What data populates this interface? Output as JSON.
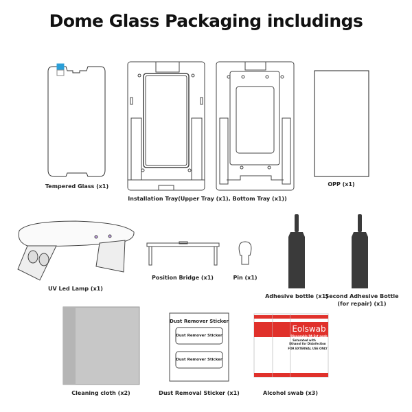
{
  "title": "Dome Glass Packaging includings",
  "items": [
    {
      "label": "Tempered Glass (x1)",
      "icon": "tempered-glass"
    },
    {
      "label": "Installation Tray(Upper Tray (x1), Bottom Tray (x1))",
      "icon": "installation-tray"
    },
    {
      "label": "OPP (x1)",
      "icon": "opp-film"
    },
    {
      "label": "UV Led Lamp (x1)",
      "icon": "uv-lamp"
    },
    {
      "label": "Position Bridge (x1)",
      "icon": "position-bridge"
    },
    {
      "label": "Pin (x1)",
      "icon": "pin"
    },
    {
      "label": "Adhesive bottle (x1)",
      "icon": "adhesive-bottle"
    },
    {
      "label": "Second Adhesive Bottle",
      "label2": "(for repair) (x1)",
      "icon": "adhesive-bottle"
    },
    {
      "label": "Cleaning cloth (x2)",
      "icon": "cleaning-cloth"
    },
    {
      "label": "Dust Removal Sticker (x1)",
      "icon": "dust-sticker"
    },
    {
      "label": "Alcohol swab (x3)",
      "icon": "alcohol-swab"
    }
  ],
  "sticker": {
    "header": "Dust Remover Sticker",
    "item1": "Dust Remover Sticker",
    "item2": "Dust Remover Sticker"
  },
  "swab": {
    "brand": "Eolswab",
    "sub": "Disposable PA Ext swab",
    "note1": "Saturated with",
    "note2": "Ethanol for Disinfection",
    "note3": "FOR EXTERNAL USE ONLY"
  },
  "colors": {
    "swab_red": "#e0312b",
    "cloth": "#c7c7c7",
    "bottle": "#3a3a3a",
    "tab_blue": "#2a9fd8"
  }
}
